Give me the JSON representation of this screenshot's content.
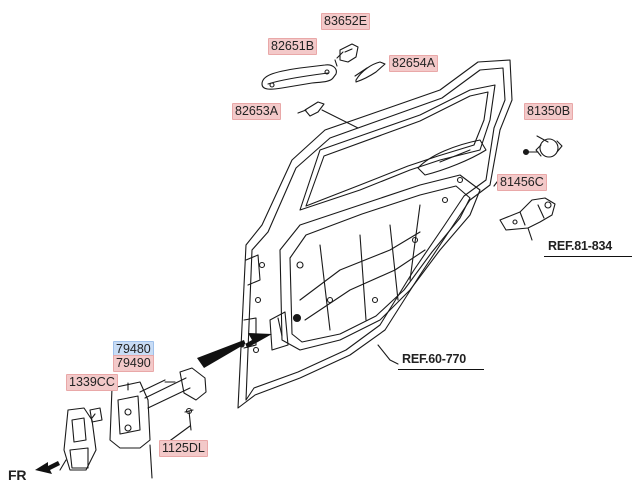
{
  "labels": {
    "p83652E": "83652E",
    "p82651B": "82651B",
    "p82654A": "82654A",
    "p82653A": "82653A",
    "p81350B": "81350B",
    "p81456C": "81456C",
    "ref81834": "REF.81-834",
    "ref60770": "REF.60-770",
    "p79480": "79480",
    "p79490": "79490",
    "p1339CC": "1339CC",
    "p1125DL": "1125DL",
    "fr": "FR"
  },
  "colors": {
    "part_label_bg": "#f3c9c9",
    "highlight_label_bg": "#c8dcf5",
    "line": "#1a1a1a"
  }
}
